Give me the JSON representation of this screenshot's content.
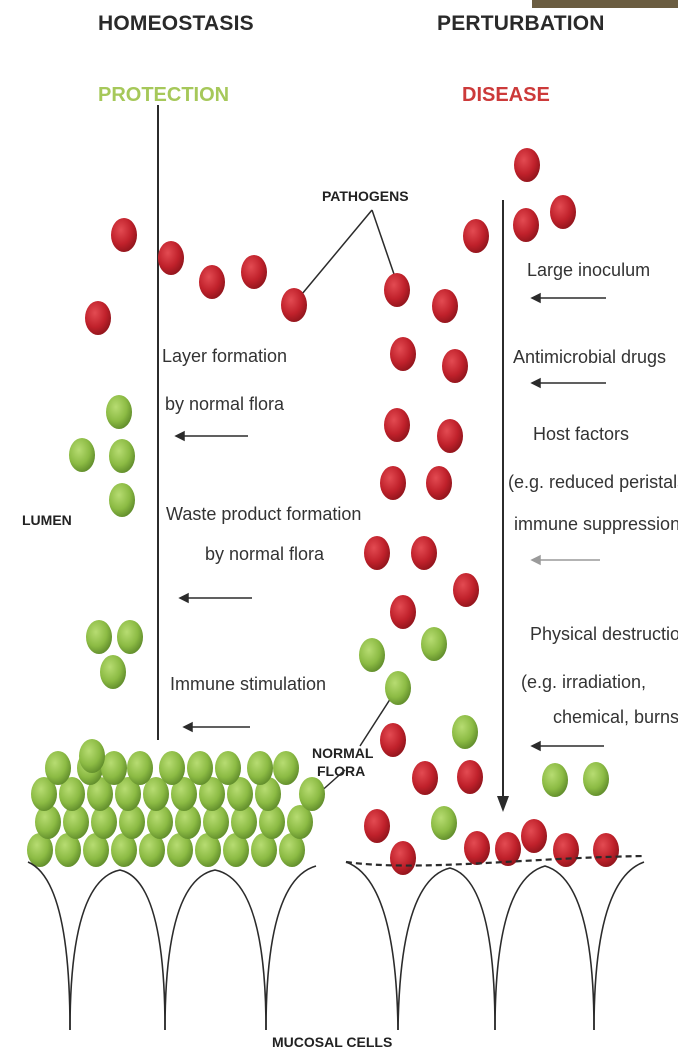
{
  "headings": {
    "left_title": "HOMEOSTASIS",
    "left_state": "PROTECTION",
    "right_title": "PERTURBATION",
    "right_state": "DISEASE"
  },
  "labels": {
    "pathogens": "PATHOGENS",
    "lumen": "LUMEN",
    "normal_flora_1": "NORMAL",
    "normal_flora_2": "FLORA",
    "mucosal_cells": "MUCOSAL CELLS"
  },
  "left_mechanisms": [
    [
      "Layer formation",
      "by normal flora"
    ],
    [
      "Waste product formation",
      "by normal flora"
    ],
    [
      "Immune stimulation"
    ]
  ],
  "right_factors": [
    [
      "Large inoculum"
    ],
    [
      "Antimicrobial drugs"
    ],
    [
      "Host factors",
      "(e.g. reduced peristalsis,",
      "immune suppression)"
    ],
    [
      "Physical destruction",
      "(e.g. irradiation,",
      "chemical, burns"
    ]
  ],
  "colors": {
    "pathogen": "#c0212b",
    "pathogen_dark": "#8e141b",
    "flora": "#8cbb44",
    "flora_dark": "#5e8a2a",
    "protection": "#a6c85a",
    "disease": "#cc3a3a",
    "line": "#2b2b2b",
    "corner_bar": "#6b5d41"
  }
}
